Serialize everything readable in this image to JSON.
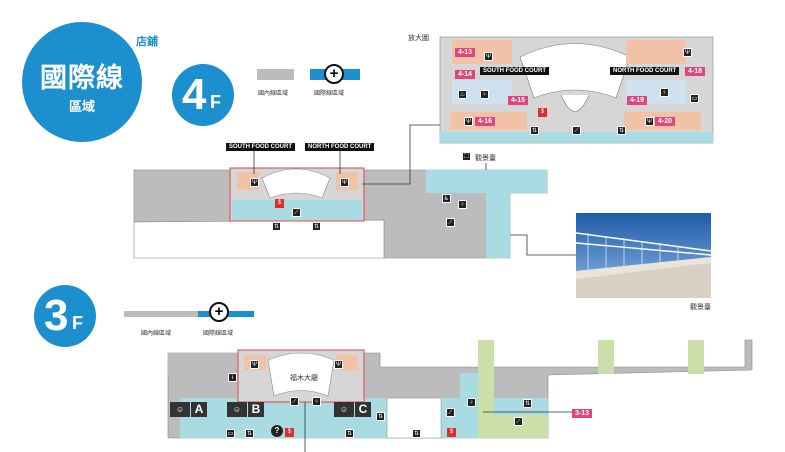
{
  "title": {
    "main": "國際線",
    "sub": "區域",
    "shop_tag": "店鋪"
  },
  "floor_4f": {
    "number": "4",
    "suffix": "F"
  },
  "floor_3f": {
    "number": "3",
    "suffix": "F"
  },
  "legend_4f": {
    "domestic": "國內線區域",
    "international": "國際線區域"
  },
  "legend_3f": {
    "domestic": "國內線區域",
    "international": "國際線區域"
  },
  "inset": {
    "title": "放大圖",
    "south_court": "SOUTH FOOD COURT",
    "north_court": "NORTH FOOD COURT",
    "shops": [
      "4-13",
      "4-14",
      "4-15",
      "4-16",
      "4-18",
      "4-19",
      "4-20"
    ]
  },
  "map_4f": {
    "south_court": "SOUTH FOOD COURT",
    "north_court": "NORTH FOOD COURT",
    "observation_deck": "觀景臺"
  },
  "photo_caption": "觀景臺",
  "map_3f": {
    "area_label": "福木大廳",
    "gates": [
      "A",
      "B",
      "C"
    ],
    "shop": "3-13"
  },
  "colors": {
    "accent": "#1c8fce",
    "shop_pink": "#e0467c",
    "international_teal": "#a9dbe3",
    "domestic_gray": "#bcbcbc",
    "retail_peach": "#f2c2a7",
    "green_zone": "#cbe0a8",
    "highlight_red": "#e2454f"
  }
}
